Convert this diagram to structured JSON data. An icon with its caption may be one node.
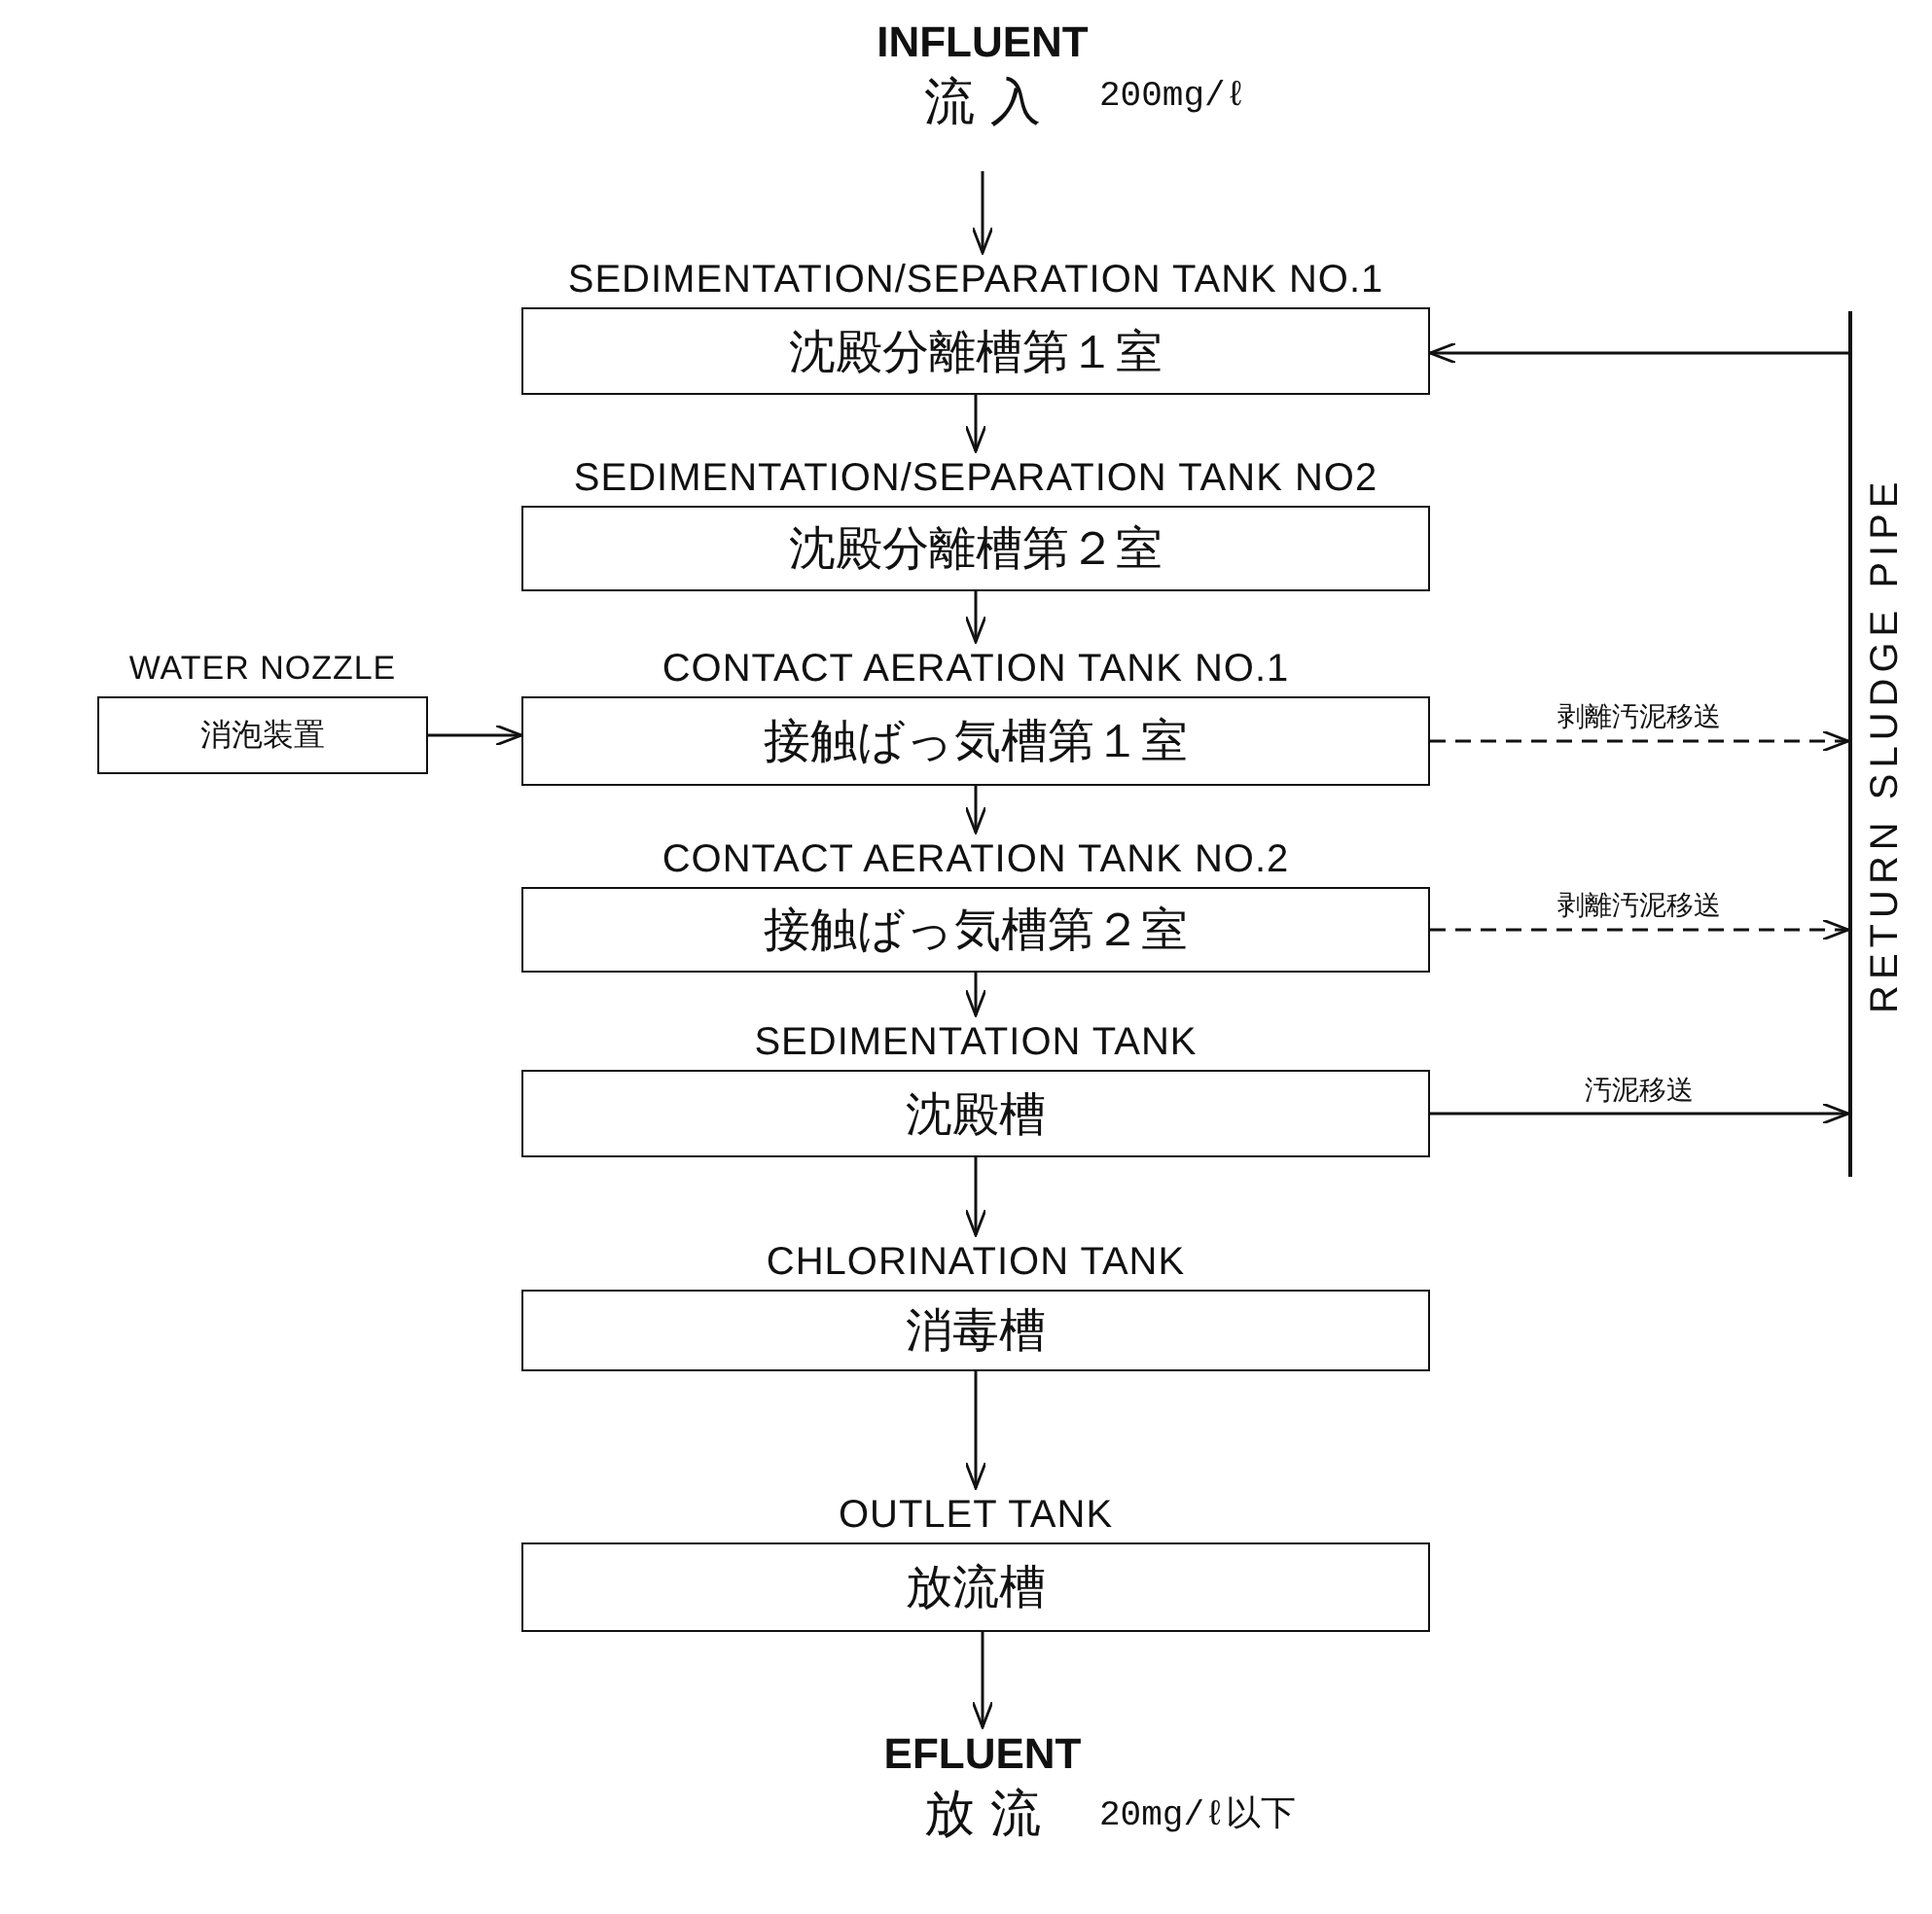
{
  "diagram": {
    "nodes": [
      {
        "text": [
          "INFLUENT",
          "流 入"
        ],
        "beside": [
          "200mg/ℓ"
        ]
      },
      {
        "text": [
          "SEDIMENTATION/SEPARATION TANK NO.1",
          "沈殿分離槽第１室"
        ]
      },
      {
        "text": [
          "SEDIMENTATION/SEPARATION TANK NO2",
          "沈殿分離槽第２室"
        ]
      },
      {
        "text": [
          "WATER NOZZLE",
          "消泡装置"
        ]
      },
      {
        "text": [
          "CONTACT AERATION TANK NO.1",
          "接触ばっ気槽第１室"
        ]
      },
      {
        "text": [
          "CONTACT AERATION TANK NO.2",
          "接触ばっ気槽第２室"
        ]
      },
      {
        "text": [
          "SEDIMENTATION TANK",
          "沈殿槽"
        ]
      },
      {
        "text": [
          "CHLORINATION TANK",
          "消毒槽"
        ]
      },
      {
        "text": [
          "OUTLET TANK",
          "放流槽"
        ]
      },
      {
        "text": [
          "EFLUENT",
          "放 流"
        ],
        "beside": [
          "20mg/ℓ以下"
        ]
      },
      {
        "text": [
          "RETURN SLUDGE PIPE"
        ]
      }
    ],
    "edges": [
      {
        "from": 0,
        "to": 1,
        "arrow": "to"
      },
      {
        "from": 1,
        "to": 2,
        "arrow": "to"
      },
      {
        "from": 2,
        "to": 4,
        "arrow": "to"
      },
      {
        "from": 3,
        "to": 4,
        "arrow": "to"
      },
      {
        "from": 4,
        "to": 5,
        "arrow": "to"
      },
      {
        "from": 5,
        "to": 6,
        "arrow": "to"
      },
      {
        "from": 6,
        "to": 7,
        "arrow": "to"
      },
      {
        "from": 7,
        "to": 8,
        "arrow": "to"
      },
      {
        "from": 8,
        "to": 9,
        "arrow": "to"
      },
      {
        "from": 4,
        "to": 10,
        "arrow": "to",
        "label": "剥離汚泥移送",
        "style": "dashed"
      },
      {
        "from": 5,
        "to": 10,
        "arrow": "to",
        "label": "剥離汚泥移送",
        "style": "dashed"
      },
      {
        "from": 6,
        "to": 10,
        "arrow": "to",
        "label": "汚泥移送"
      },
      {
        "from": 10,
        "to": 1,
        "arrow": "to"
      }
    ]
  }
}
